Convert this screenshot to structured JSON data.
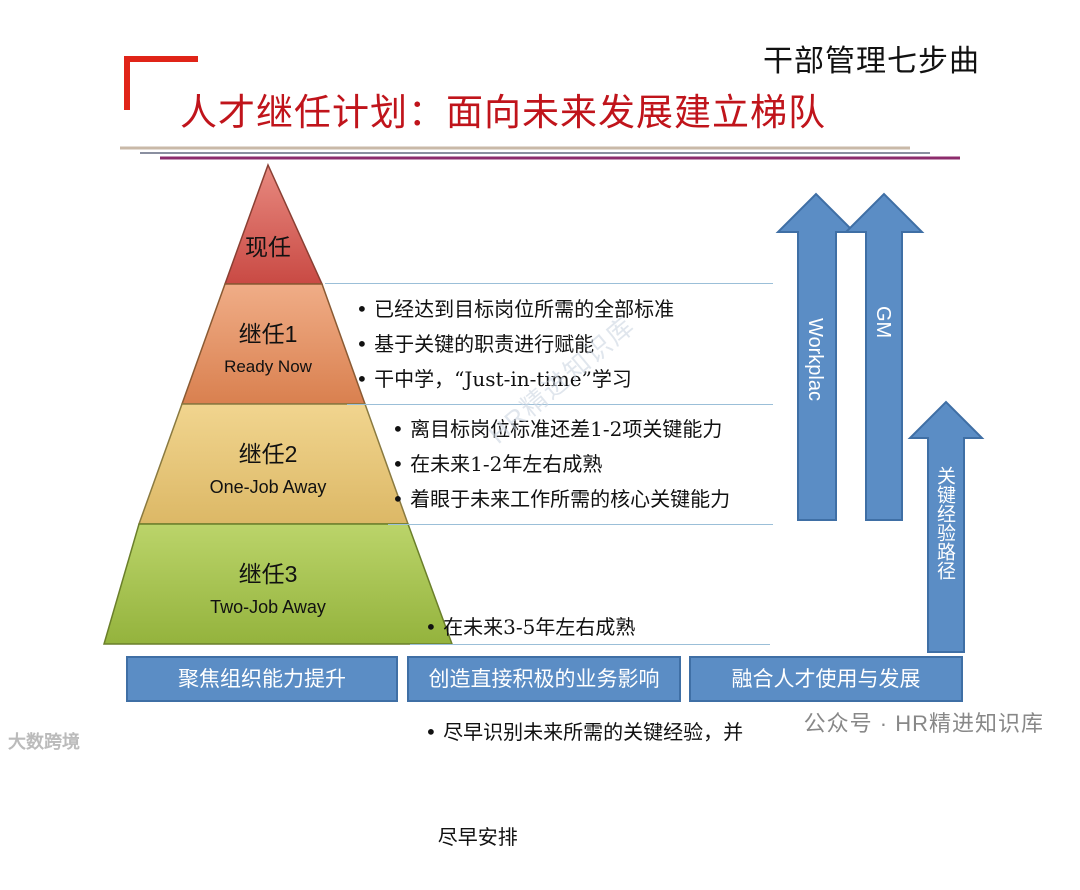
{
  "header": {
    "series_title": "干部管理七步曲",
    "main_title": "人才继任计划：面向未来发展建立梯队"
  },
  "colors": {
    "accent_red": "#e02418",
    "title_red": "#c0141b",
    "box_blue": "#5b8dc5",
    "tier_top": "#d86b60",
    "tier_1": "#e19368",
    "tier_2": "#e6c67f",
    "tier_3": "#a6c24e"
  },
  "pyramid": {
    "tiers": [
      {
        "cn": "现任",
        "en": ""
      },
      {
        "cn": "继任1",
        "en": "Ready Now"
      },
      {
        "cn": "继任2",
        "en": "One-Job Away"
      },
      {
        "cn": "继任3",
        "en": "Two-Job Away"
      }
    ]
  },
  "bullets": {
    "tier1": [
      "• 已经达到目标岗位所需的全部标准",
      "• 基于关键的职责进行赋能",
      "• 干中学，“Just-in-time”学习"
    ],
    "tier2": [
      "• 离目标岗位标准还差1-2项关键能力",
      "• 在未来1-2年左右成熟",
      "• 着眼于未来工作所需的核心关键能力"
    ],
    "tier3": [
      "• 在未来3-5年左右成熟",
      "• 尽早识别未来所需的关键经验，并",
      "  尽早安排"
    ]
  },
  "bottom_boxes": [
    "聚焦组织能力提升",
    "创造直接积极的业务影响",
    "融合人才使用与发展"
  ],
  "arrows": {
    "workplace": "Workplac",
    "gm": "GM",
    "path": "关键经验路径"
  },
  "watermark": "HR精进知识库",
  "footer": {
    "logo": "大数跨境",
    "wechat": "公众号 · HR精进知识库"
  }
}
